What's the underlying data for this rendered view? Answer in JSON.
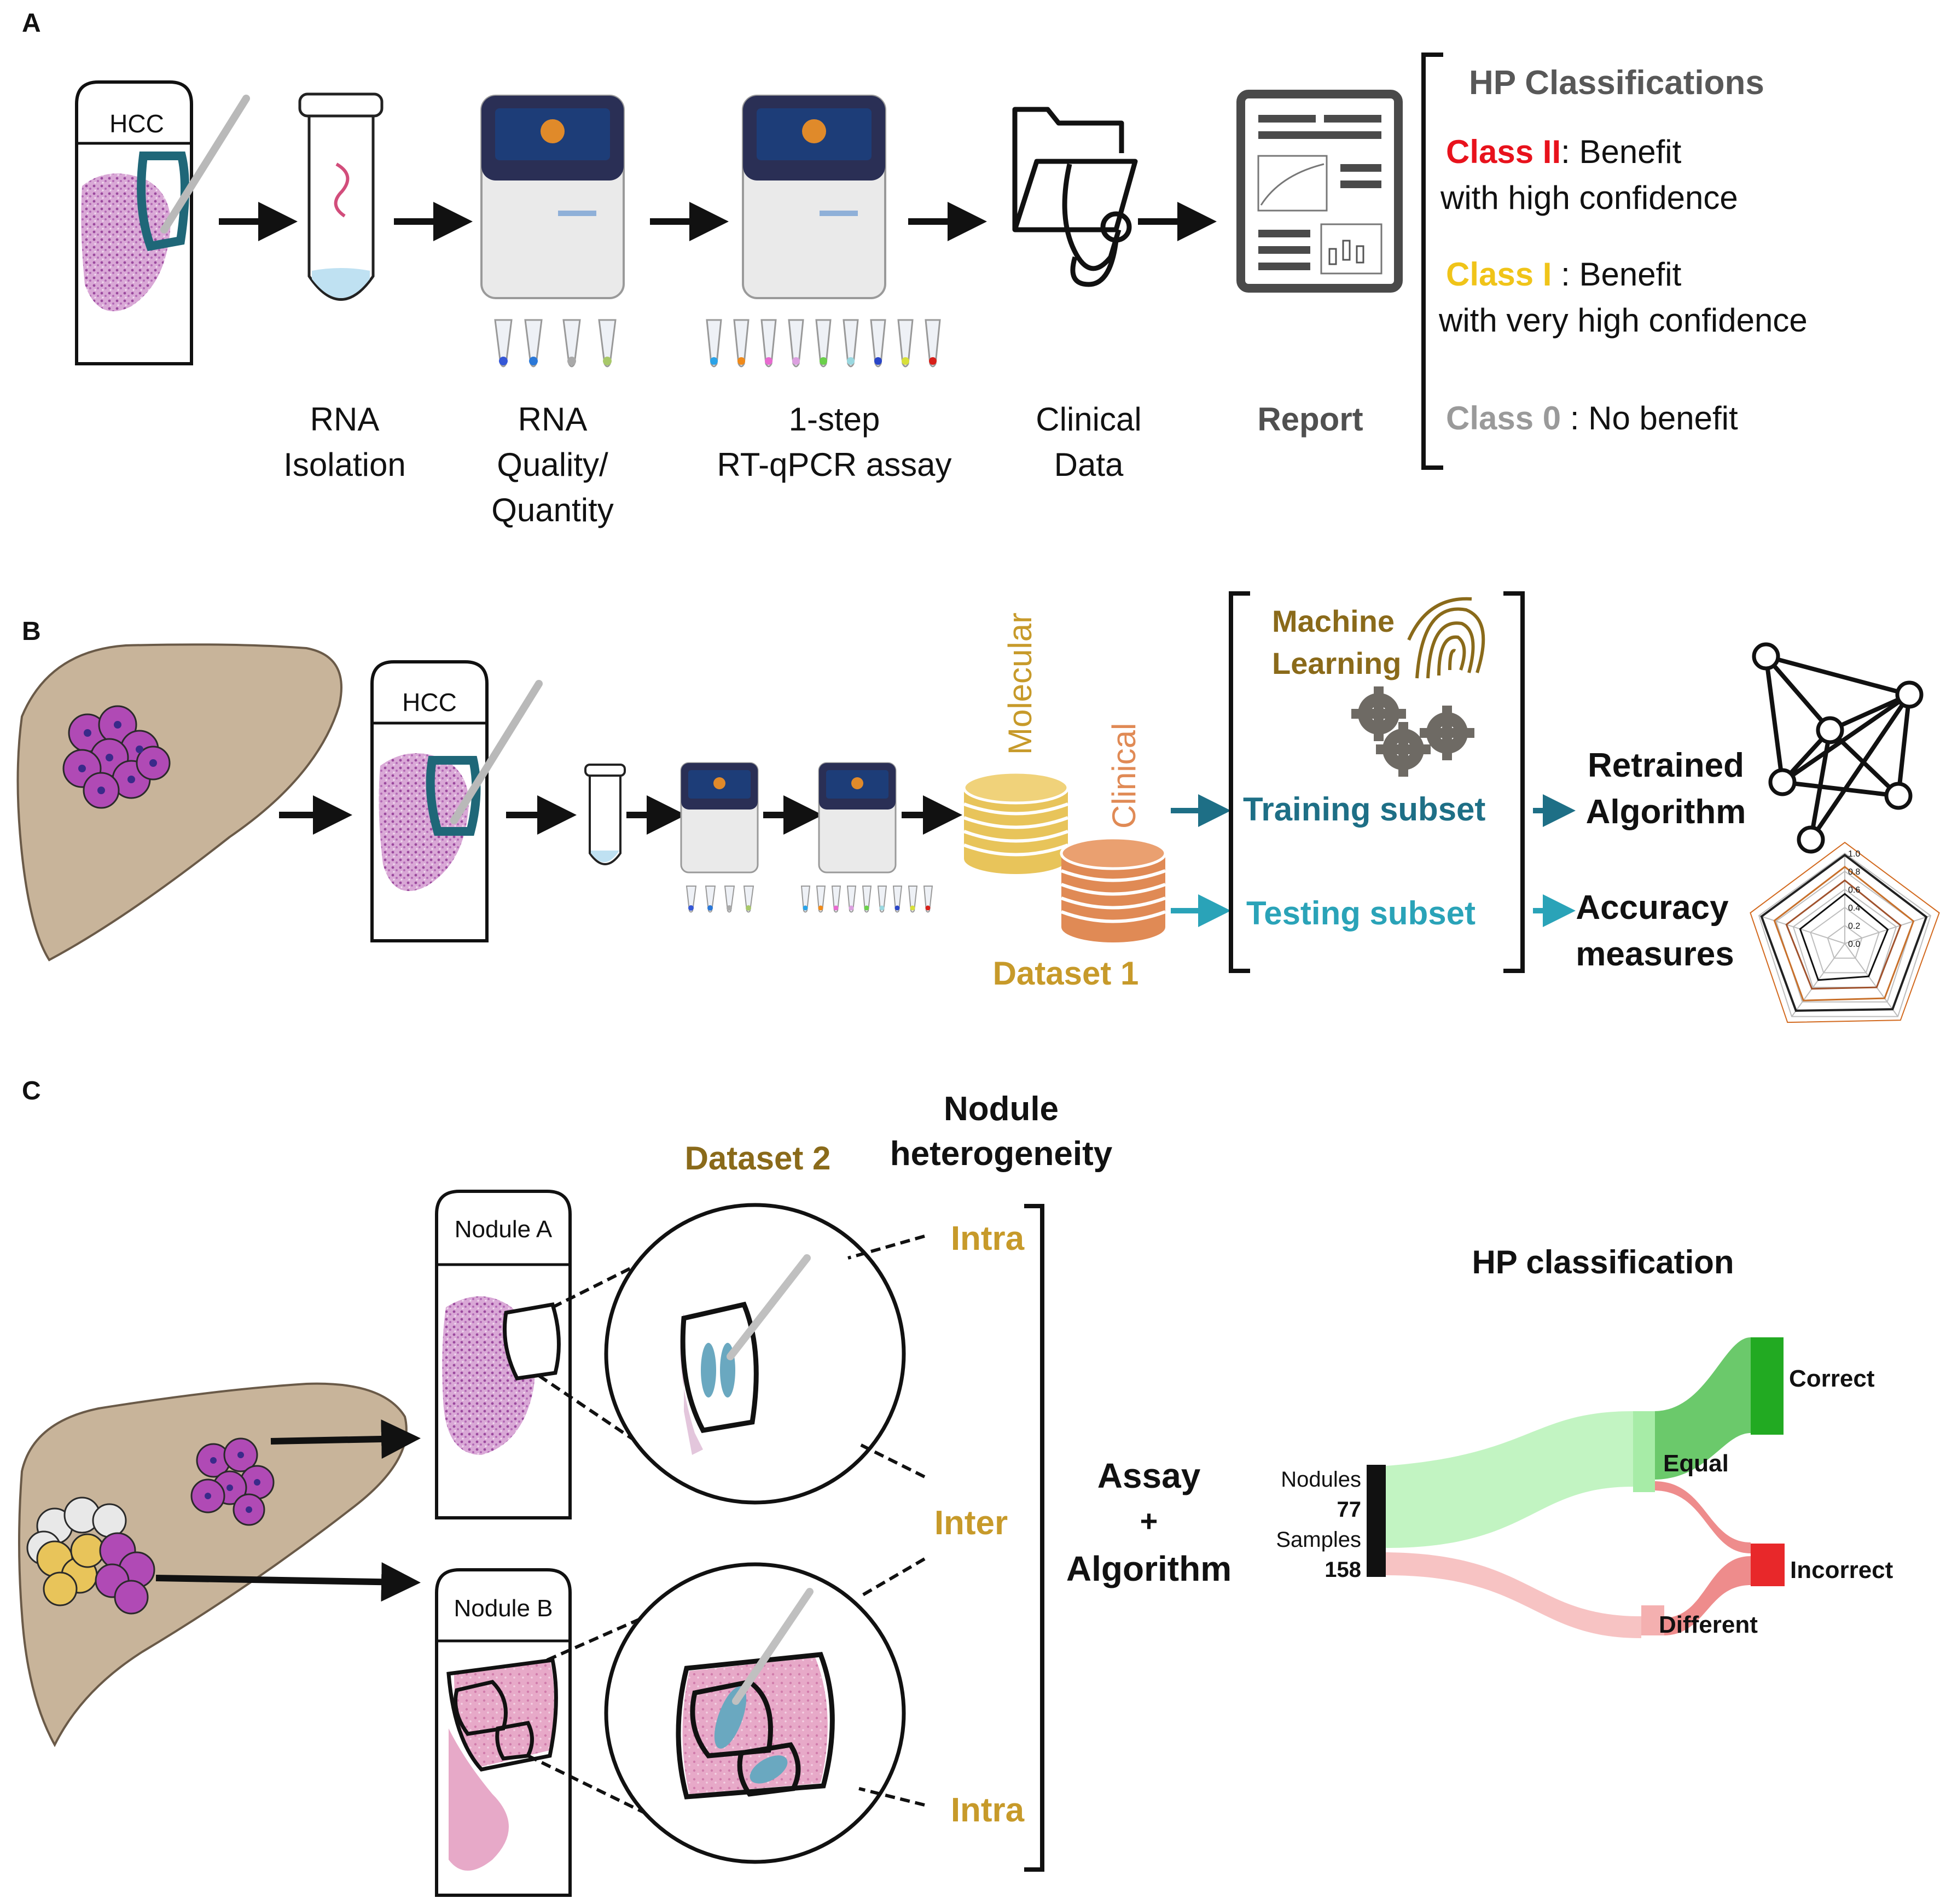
{
  "panel_a": {
    "letter": "A",
    "slide_label": "HCC",
    "steps": {
      "rna_isolation": [
        "RNA",
        "Isolation"
      ],
      "rna_quality": [
        "RNA",
        "Quality/",
        "Quantity"
      ],
      "rt_qpcr": [
        "1-step",
        "RT-qPCR assay"
      ],
      "clinical": [
        "Clinical",
        "Data"
      ],
      "report": "Report"
    },
    "classifications": {
      "title": "HP Classifications",
      "class2_name": "Class II",
      "class2_desc_1": ": Benefit",
      "class2_desc_2": "with high confidence",
      "class1_name": "Class I",
      "class1_desc_1": " : Benefit",
      "class1_desc_2": "with very high confidence",
      "class0_name": "Class 0",
      "class0_desc": " : No benefit"
    }
  },
  "panel_b": {
    "letter": "B",
    "slide_label": "HCC",
    "molecular": "Molecular",
    "clinical": "Clinical",
    "dataset": "Dataset 1",
    "ml_1": "Machine",
    "ml_2": "Learning",
    "training": "Training subset",
    "testing": "Testing subset",
    "retrained_1": "Retrained",
    "retrained_2": "Algorithm",
    "accuracy_1": "Accuracy",
    "accuracy_2": "measures",
    "radar_ticks": [
      "1.0",
      "0.8",
      "0.6",
      "0.4",
      "0.2",
      "0.0"
    ]
  },
  "panel_c": {
    "letter": "C",
    "dataset": "Dataset 2",
    "nodule_title_1": "Nodule",
    "nodule_title_2": "heterogeneity",
    "nodule_a": "Nodule A",
    "nodule_b": "Nodule B",
    "intra_top": "Intra",
    "inter": "Inter",
    "intra_bottom": "Intra",
    "assay_1": "Assay",
    "assay_2": "+",
    "assay_3": "Algorithm",
    "sankey": {
      "title": "HP classification",
      "nodules_label": "Nodules",
      "nodules_value": "77",
      "samples_label": "Samples",
      "samples_value": "158",
      "equal": "Equal",
      "different": "Different",
      "correct": "Correct",
      "incorrect": "Incorrect"
    }
  },
  "colors": {
    "class2": "#e8121c",
    "class1": "#f0c419",
    "class0": "#9a9a9a",
    "teal_dark": "#1e6f86",
    "teal_light": "#2aa3b8",
    "gold": "#c79a2a",
    "brown_text": "#8a6a1a",
    "molecular": "#e8c45a",
    "clinical": "#e08a55"
  }
}
